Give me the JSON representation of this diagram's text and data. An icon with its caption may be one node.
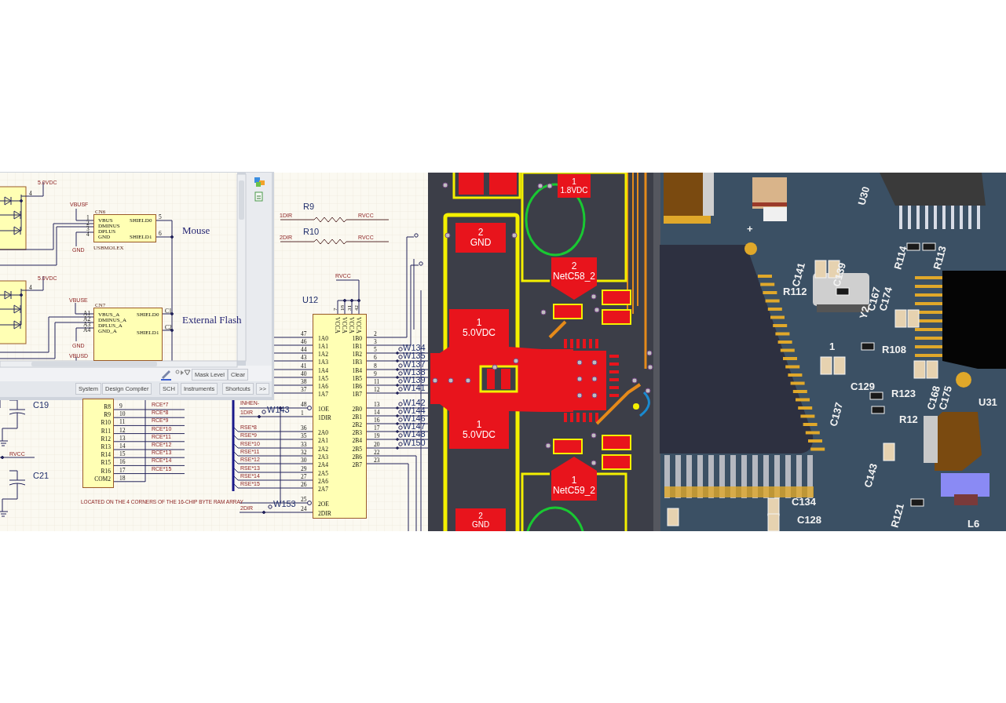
{
  "diagram": {
    "nodes": [
      {
        "text": [
          "VBUS",
          "DMINUS",
          "DPLUS",
          "GND",
          "SHIELD0",
          "SHIELD1"
        ],
        "beside": [
          "CN6",
          "USBMOLEX"
        ]
      },
      {
        "text": [
          "VBUS_A",
          "DMINUS_A",
          "DPLUS_A",
          "GND_A",
          "SHIELD0",
          "SHIELD1"
        ],
        "beside": [
          "CN7"
        ]
      },
      {
        "text": [
          "R8",
          "R9",
          "R10",
          "R11",
          "R12",
          "R13",
          "R14",
          "R15",
          "R16",
          "COM2"
        ]
      },
      {
        "text": [
          "1A0",
          "1A1",
          "1A2",
          "1A3",
          "1A4",
          "1A5",
          "1A6",
          "1A7",
          "1OE",
          "1DIR",
          "2A0",
          "2A1",
          "2A2",
          "2A3",
          "2A4",
          "2A5",
          "2A6",
          "2A7",
          "2OE",
          "2DIR",
          "1B0",
          "1B1",
          "1B2",
          "1B3",
          "1B4",
          "1B5",
          "1B6",
          "1B7",
          "2B0",
          "2B1",
          "2B2",
          "2B3",
          "2B4",
          "2B5",
          "2B6",
          "2B7",
          "VCCA",
          "VCCA",
          "VCCA",
          "VCCA"
        ]
      },
      {
        "text": [
          "1",
          "1.8VDC"
        ]
      },
      {
        "text": [
          "2",
          "GND"
        ]
      },
      {
        "text": [
          "2",
          "NetC58_2"
        ]
      },
      {
        "text": [
          "1",
          "5.0VDC"
        ]
      },
      {
        "text": [
          "1",
          "5.0VDC"
        ]
      },
      {
        "text": [
          "1",
          "NetC59_2"
        ]
      },
      {
        "text": [
          "2",
          "GND"
        ]
      }
    ],
    "edges": [
      {
        "from": 0,
        "to": 1,
        "arrow": "none"
      }
    ],
    "labels": [
      "5.0VDC",
      "4",
      "VBUSF",
      "1",
      "2",
      "3",
      "4",
      "5",
      "6",
      "GND",
      "Mouse",
      "5.0VDC",
      "4",
      "VBUSE",
      "A1",
      "A2",
      "A3",
      "A4",
      "C1",
      "C2",
      "GND",
      "External Flash",
      "VBUSD",
      "Mask Level",
      "Clear",
      "System",
      "Design Compiler",
      "SCH",
      "Instruments",
      "Shortcuts",
      ">>",
      "C19",
      "RVCC",
      "C21",
      "9",
      "10",
      "11",
      "12",
      "13",
      "14",
      "15",
      "16",
      "17",
      "18",
      "RCE*7",
      "RCE*8",
      "RCE*9",
      "RCE*10",
      "RCE*11",
      "RCE*12",
      "RCE*13",
      "RCE*14",
      "RCE*15",
      "LOCATED ON THE 4 CORNERS OF THE 16-CHIP BYTE RAM ARRAY",
      "R9",
      "1DIR",
      "RVCC",
      "R10",
      "2DIR",
      "RVCC",
      "RVCC",
      "U12",
      "7",
      "18",
      "31",
      "42",
      "47",
      "46",
      "44",
      "43",
      "41",
      "40",
      "38",
      "37",
      "48",
      "1",
      "36",
      "35",
      "33",
      "32",
      "30",
      "29",
      "27",
      "26",
      "25",
      "24",
      "2",
      "3",
      "5",
      "6",
      "8",
      "9",
      "11",
      "12",
      "13",
      "14",
      "16",
      "17",
      "19",
      "20",
      "22",
      "23",
      "W134",
      "W135",
      "W137",
      "W138",
      "W139",
      "W141",
      "W142",
      "W144",
      "W146",
      "W147",
      "W148",
      "W150",
      "INHEN-",
      "1DIR",
      "W143",
      "RSE*8",
      "RSE*9",
      "RSE*10",
      "RSE*11",
      "RSE*12",
      "RSE*13",
      "RSE*14",
      "RSE*15",
      "2DIR",
      "W153",
      "U30",
      "+",
      "R114",
      "R113",
      "C141",
      "C139",
      "R112",
      "Y2",
      "C167",
      "C174",
      "1",
      "R108",
      "C137",
      "C129",
      "R123",
      "C168",
      "C175",
      "U31",
      "R12",
      "C143",
      "C134",
      "C128",
      "R121",
      "L6"
    ]
  }
}
